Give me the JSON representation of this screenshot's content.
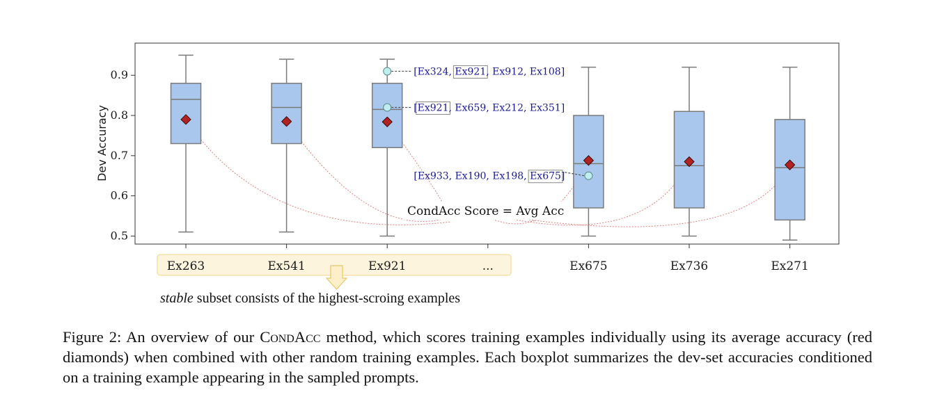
{
  "chart_data": {
    "type": "boxplot",
    "ylabel": "Dev Accuracy",
    "ylim": [
      0.48,
      0.98
    ],
    "yticks": [
      0.5,
      0.6,
      0.7,
      0.8,
      0.9
    ],
    "ytick_labels": [
      "0.5",
      "0.6",
      "0.7",
      "0.8",
      "0.9"
    ],
    "categories": [
      "Ex263",
      "Ex541",
      "Ex921",
      "...",
      "Ex675",
      "Ex736",
      "Ex271"
    ],
    "boxes": [
      {
        "category": "Ex263",
        "whislo": 0.51,
        "q1": 0.73,
        "med": 0.84,
        "q3": 0.88,
        "whishi": 0.95,
        "mean": 0.79
      },
      {
        "category": "Ex541",
        "whislo": 0.51,
        "q1": 0.73,
        "med": 0.82,
        "q3": 0.88,
        "whishi": 0.94,
        "mean": 0.785
      },
      {
        "category": "Ex921",
        "whislo": 0.5,
        "q1": 0.72,
        "med": 0.815,
        "q3": 0.88,
        "whishi": 0.94,
        "mean": 0.784
      },
      {
        "category": "...",
        "empty": true
      },
      {
        "category": "Ex675",
        "whislo": 0.5,
        "q1": 0.57,
        "med": 0.68,
        "q3": 0.8,
        "whishi": 0.92,
        "mean": 0.688
      },
      {
        "category": "Ex736",
        "whislo": 0.5,
        "q1": 0.57,
        "med": 0.675,
        "q3": 0.81,
        "whishi": 0.92,
        "mean": 0.685
      },
      {
        "category": "Ex271",
        "whislo": 0.49,
        "q1": 0.54,
        "med": 0.67,
        "q3": 0.79,
        "whishi": 0.92,
        "mean": 0.677
      }
    ],
    "highlight_points": [
      {
        "category": "Ex921",
        "y": 0.91,
        "label_parts": [
          "[Ex324, ",
          "Ex921",
          ", Ex912, Ex108]"
        ],
        "boxed": 1,
        "side": "right"
      },
      {
        "category": "Ex921",
        "y": 0.82,
        "label_parts": [
          "[",
          "Ex921",
          ", Ex659, Ex212, Ex351]"
        ],
        "boxed": 1,
        "side": "right"
      },
      {
        "category": "Ex675",
        "y": 0.65,
        "label_parts": [
          "[Ex933, Ex190, Ex198, ",
          "Ex675",
          "]"
        ],
        "boxed": 1,
        "side": "left"
      }
    ],
    "score_label": "CondAcc Score = Avg Acc",
    "colors": {
      "box_fill": "#a9c7ec",
      "box_edge": "#7a7a7a",
      "whisker": "#7a7a7a",
      "mean_marker": "#b22222",
      "highlight_point": "#bfeeee",
      "annotation_text": "#1a1a8f",
      "connector": "#e08080",
      "stable_band": "#fdf4dd",
      "stable_band_edge": "#f2d48a",
      "arrow": "#fdf0c8"
    },
    "grid": false
  },
  "figure": {
    "stable_note_italic": "stable",
    "stable_note_rest": " subset consists of the highest-scroing examples",
    "caption_prefix": "Figure 2: An overview of our ",
    "caption_method": "CondAcc",
    "caption_rest": " method, which scores training examples individually using its average accuracy (red diamonds) when combined with other random training examples. Each boxplot summarizes the dev-set accuracies conditioned on a training example appearing in the sampled prompts."
  }
}
